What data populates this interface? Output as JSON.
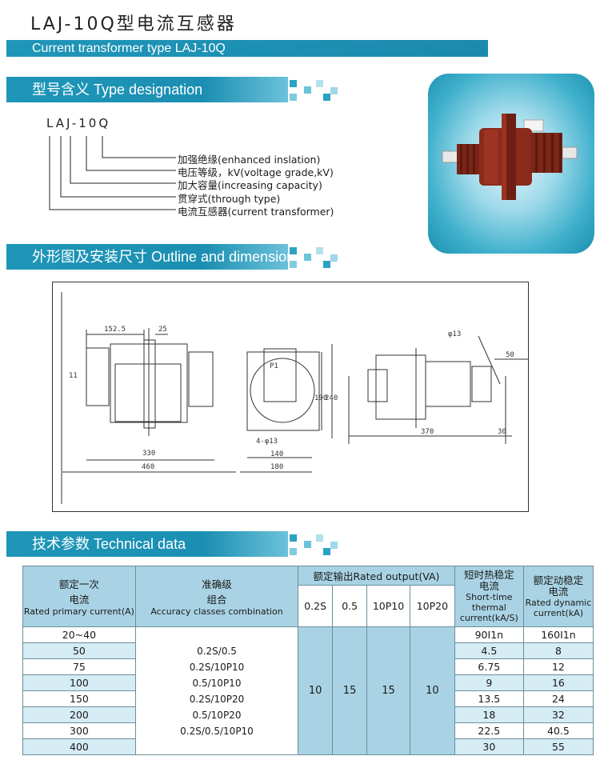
{
  "header": {
    "title_cn": "LAJ-10Q型电流互感器",
    "title_en": "Current transformer type LAJ-10Q"
  },
  "sections": {
    "designation": "型号含义  Type designation",
    "outline": "外形图及安装尺寸  Outline and dimensions",
    "technical": "技术参数   Technical data"
  },
  "designation": {
    "code": "LAJ-10Q",
    "items": [
      "加强绝缘(enhanced inslation)",
      "电压等级，kV(voltage grade,kV)",
      "加大容量(increasing capacity)",
      "贯穿式(through type)",
      "电流互感器(current transformer)"
    ]
  },
  "drawing": {
    "labels": {
      "d1": "152.5",
      "d2": "25",
      "d3": "330",
      "d4": "460",
      "d5": "140",
      "d6": "180",
      "d7": "190",
      "d8": "240",
      "d9": "4-φ13",
      "d10": "φ13",
      "d11": "50",
      "d12": "370",
      "d13": "30",
      "d14": "P1",
      "d15": "11"
    }
  },
  "table": {
    "headers": {
      "primary_cn": "额定一次\n电流",
      "primary_en": "Rated primary current(A)",
      "accuracy_cn": "准确级\n组合",
      "accuracy_en": "Accuracy classes combination",
      "output": "额定输出Rated output(VA)",
      "output_classes": [
        "0.2S",
        "0.5",
        "10P10",
        "10P20"
      ],
      "thermal_cn": "短时热稳定\n电流",
      "thermal_en": "Short-time\nthermal\ncurrent(kA/S)",
      "dynamic_cn": "额定动稳定\n电流",
      "dynamic_en": "Rated dynamic\ncurrent(kA)"
    },
    "primary": [
      "20~40",
      "50",
      "75",
      "100",
      "150",
      "200",
      "300",
      "400"
    ],
    "accuracy": [
      "0.2S/0.5",
      "0.2S/10P10",
      "0.5/10P10",
      "0.2S/10P20",
      "0.5/10P20",
      "0.2S/0.5/10P10"
    ],
    "outputs": [
      "10",
      "15",
      "15",
      "10"
    ],
    "thermal": [
      "90I1n",
      "4.5",
      "6.75",
      "9",
      "13.5",
      "18",
      "22.5",
      "30"
    ],
    "dynamic": [
      "160I1n",
      "8",
      "12",
      "16",
      "24",
      "32",
      "40.5",
      "55"
    ]
  }
}
